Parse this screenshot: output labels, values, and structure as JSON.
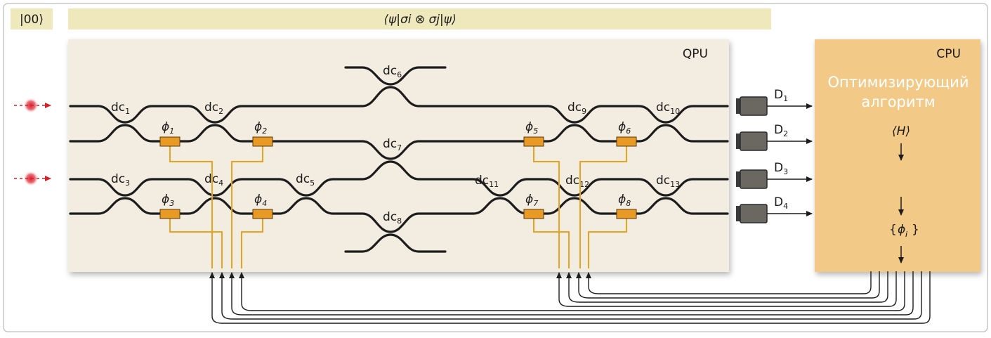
{
  "state_label": "|00⟩",
  "measurement_label": "⟨ψ|σi ⊗ σj|ψ⟩",
  "qpu": {
    "title": "QPU",
    "couplers": [
      {
        "base": "dc",
        "sub": "1"
      },
      {
        "base": "dc",
        "sub": "2"
      },
      {
        "base": "dc",
        "sub": "3"
      },
      {
        "base": "dc",
        "sub": "4"
      },
      {
        "base": "dc",
        "sub": "5"
      },
      {
        "base": "dc",
        "sub": "6"
      },
      {
        "base": "dc",
        "sub": "7"
      },
      {
        "base": "dc",
        "sub": "8"
      },
      {
        "base": "dc",
        "sub": "9"
      },
      {
        "base": "dc",
        "sub": "10"
      },
      {
        "base": "dc",
        "sub": "11"
      },
      {
        "base": "dc",
        "sub": "12"
      },
      {
        "base": "dc",
        "sub": "13"
      }
    ],
    "phases": [
      {
        "base": "ϕ",
        "sub": "1"
      },
      {
        "base": "ϕ",
        "sub": "2"
      },
      {
        "base": "ϕ",
        "sub": "3"
      },
      {
        "base": "ϕ",
        "sub": "4"
      },
      {
        "base": "ϕ",
        "sub": "5"
      },
      {
        "base": "ϕ",
        "sub": "6"
      },
      {
        "base": "ϕ",
        "sub": "7"
      },
      {
        "base": "ϕ",
        "sub": "8"
      }
    ]
  },
  "detectors": [
    {
      "base": "D",
      "sub": "1"
    },
    {
      "base": "D",
      "sub": "2"
    },
    {
      "base": "D",
      "sub": "3"
    },
    {
      "base": "D",
      "sub": "4"
    }
  ],
  "cpu": {
    "title": "CPU",
    "algorithm_line1": "Оптимизирующий",
    "algorithm_line2": "алгоритм",
    "hamiltonian": "⟨H⟩",
    "params_open": "{",
    "params_phi": "ϕ",
    "params_sub": "i",
    "params_close": "}"
  },
  "colors": {
    "frame": "#c8c8c8",
    "qpu_panel": "#f2ede0",
    "header_bar": "#eee8bc",
    "cpu_panel": "#f3c988",
    "phase_shifter": "#e89a24",
    "control_line": "#e8a321",
    "photon": "#e0323a",
    "detector": "#6b6862"
  }
}
